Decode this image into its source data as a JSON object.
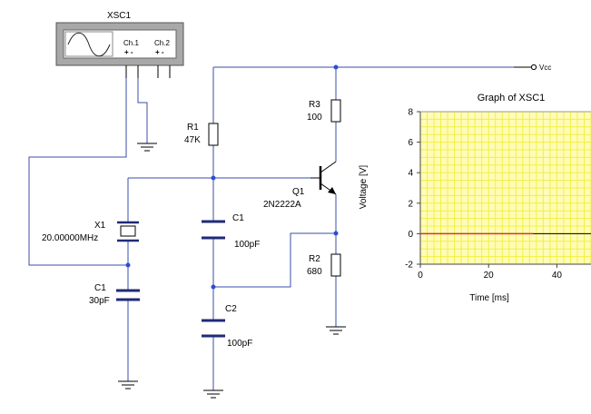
{
  "scope": {
    "name": "XSC1",
    "ch1": "Ch.1",
    "ch2": "Ch.2",
    "polarity": "+ -"
  },
  "components": {
    "r1": {
      "name": "R1",
      "value": "47K"
    },
    "r2": {
      "name": "R2",
      "value": "680"
    },
    "r3": {
      "name": "R3",
      "value": "100"
    },
    "q1": {
      "name": "Q1",
      "value": "2N2222A"
    },
    "x1": {
      "name": "X1",
      "value": "20.00000MHz"
    },
    "c1_left": {
      "name": "C1",
      "value": "30pF"
    },
    "c1_mid": {
      "name": "C1",
      "value": "100pF"
    },
    "c2": {
      "name": "C2",
      "value": "100pF"
    },
    "vcc": {
      "label": "Vcc"
    }
  },
  "colors": {
    "wire": "#3a4fa8",
    "grid_bg": "#fffcb8",
    "grid_line": "#f2ef44",
    "trace": "#e03030",
    "junction": "#2a4cd6"
  },
  "chart_data": {
    "type": "line",
    "title": "Graph of XSC1",
    "xlabel": "Time [ms]",
    "ylabel": "Voltage [V]",
    "xlim": [
      0,
      50
    ],
    "ylim": [
      -2,
      8
    ],
    "xticks": [
      "0",
      "20",
      "40"
    ],
    "yticks": [
      "8",
      "6",
      "4",
      "2",
      "0",
      "-2"
    ],
    "grid": true,
    "series": [
      {
        "x": [
          0,
          33
        ],
        "y": [
          0,
          0
        ],
        "color": "#e03030"
      }
    ]
  }
}
